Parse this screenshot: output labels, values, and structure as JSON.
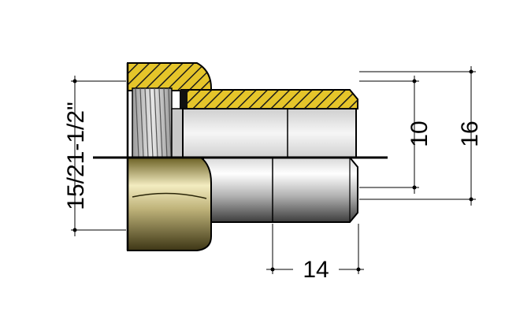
{
  "dimensions": {
    "thread": "15/21-1/2\"",
    "inner_diameter": "10",
    "outer_diameter": "16",
    "length": "14"
  },
  "colors": {
    "brass": "#e5c52a",
    "brass_dark": "#b8951a",
    "hatch": "#1a1a1a",
    "chrome_light": "#f4f4f4",
    "chrome_dark": "#5a5a5a",
    "brass_nut_light": "#f3ecc0",
    "brass_nut_dark": "#5d5420",
    "outline": "#000000"
  }
}
